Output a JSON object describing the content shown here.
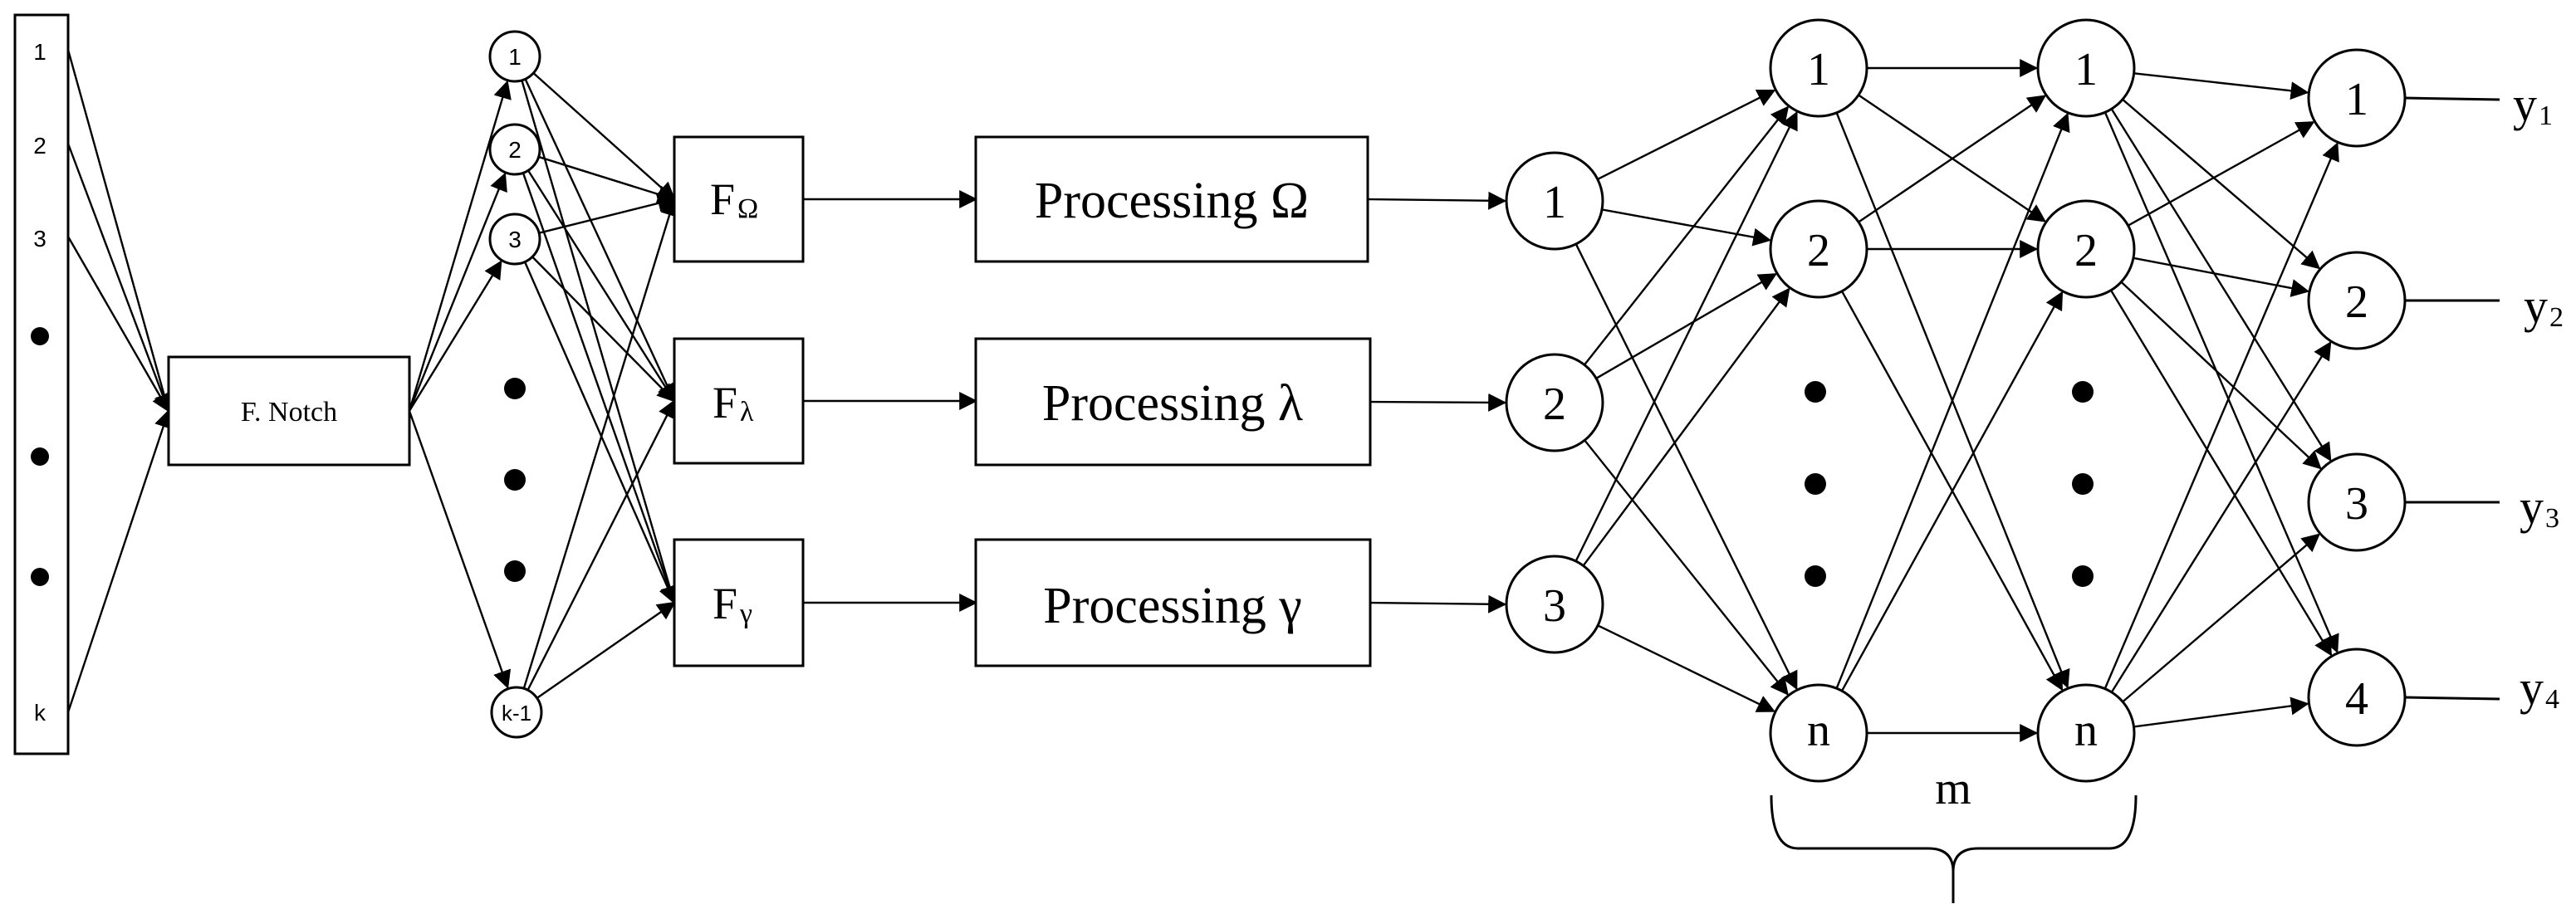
{
  "input": {
    "labels": [
      "1",
      "2",
      "3",
      "k"
    ]
  },
  "notch": {
    "label": "F. Notch"
  },
  "channels": {
    "labels": [
      "1",
      "2",
      "3",
      "k-1"
    ]
  },
  "filters": [
    {
      "main": "F",
      "sub": "Ω"
    },
    {
      "main": "F",
      "sub": "λ"
    },
    {
      "main": "F",
      "sub": "γ"
    }
  ],
  "processing": [
    {
      "label": "Processing Ω"
    },
    {
      "label": "Processing λ"
    },
    {
      "label": "Processing γ"
    }
  ],
  "features": {
    "labels": [
      "1",
      "2",
      "3"
    ]
  },
  "hidden1": {
    "labels": [
      "1",
      "2",
      "n"
    ]
  },
  "hidden2": {
    "labels": [
      "1",
      "2",
      "n"
    ]
  },
  "hidden_count": {
    "label": "m"
  },
  "output": {
    "labels": [
      "1",
      "2",
      "3",
      "4"
    ]
  },
  "outputs": [
    {
      "main": "y",
      "sub": "1"
    },
    {
      "main": "y",
      "sub": "2"
    },
    {
      "main": "y",
      "sub": "3"
    },
    {
      "main": "y",
      "sub": "4"
    }
  ]
}
